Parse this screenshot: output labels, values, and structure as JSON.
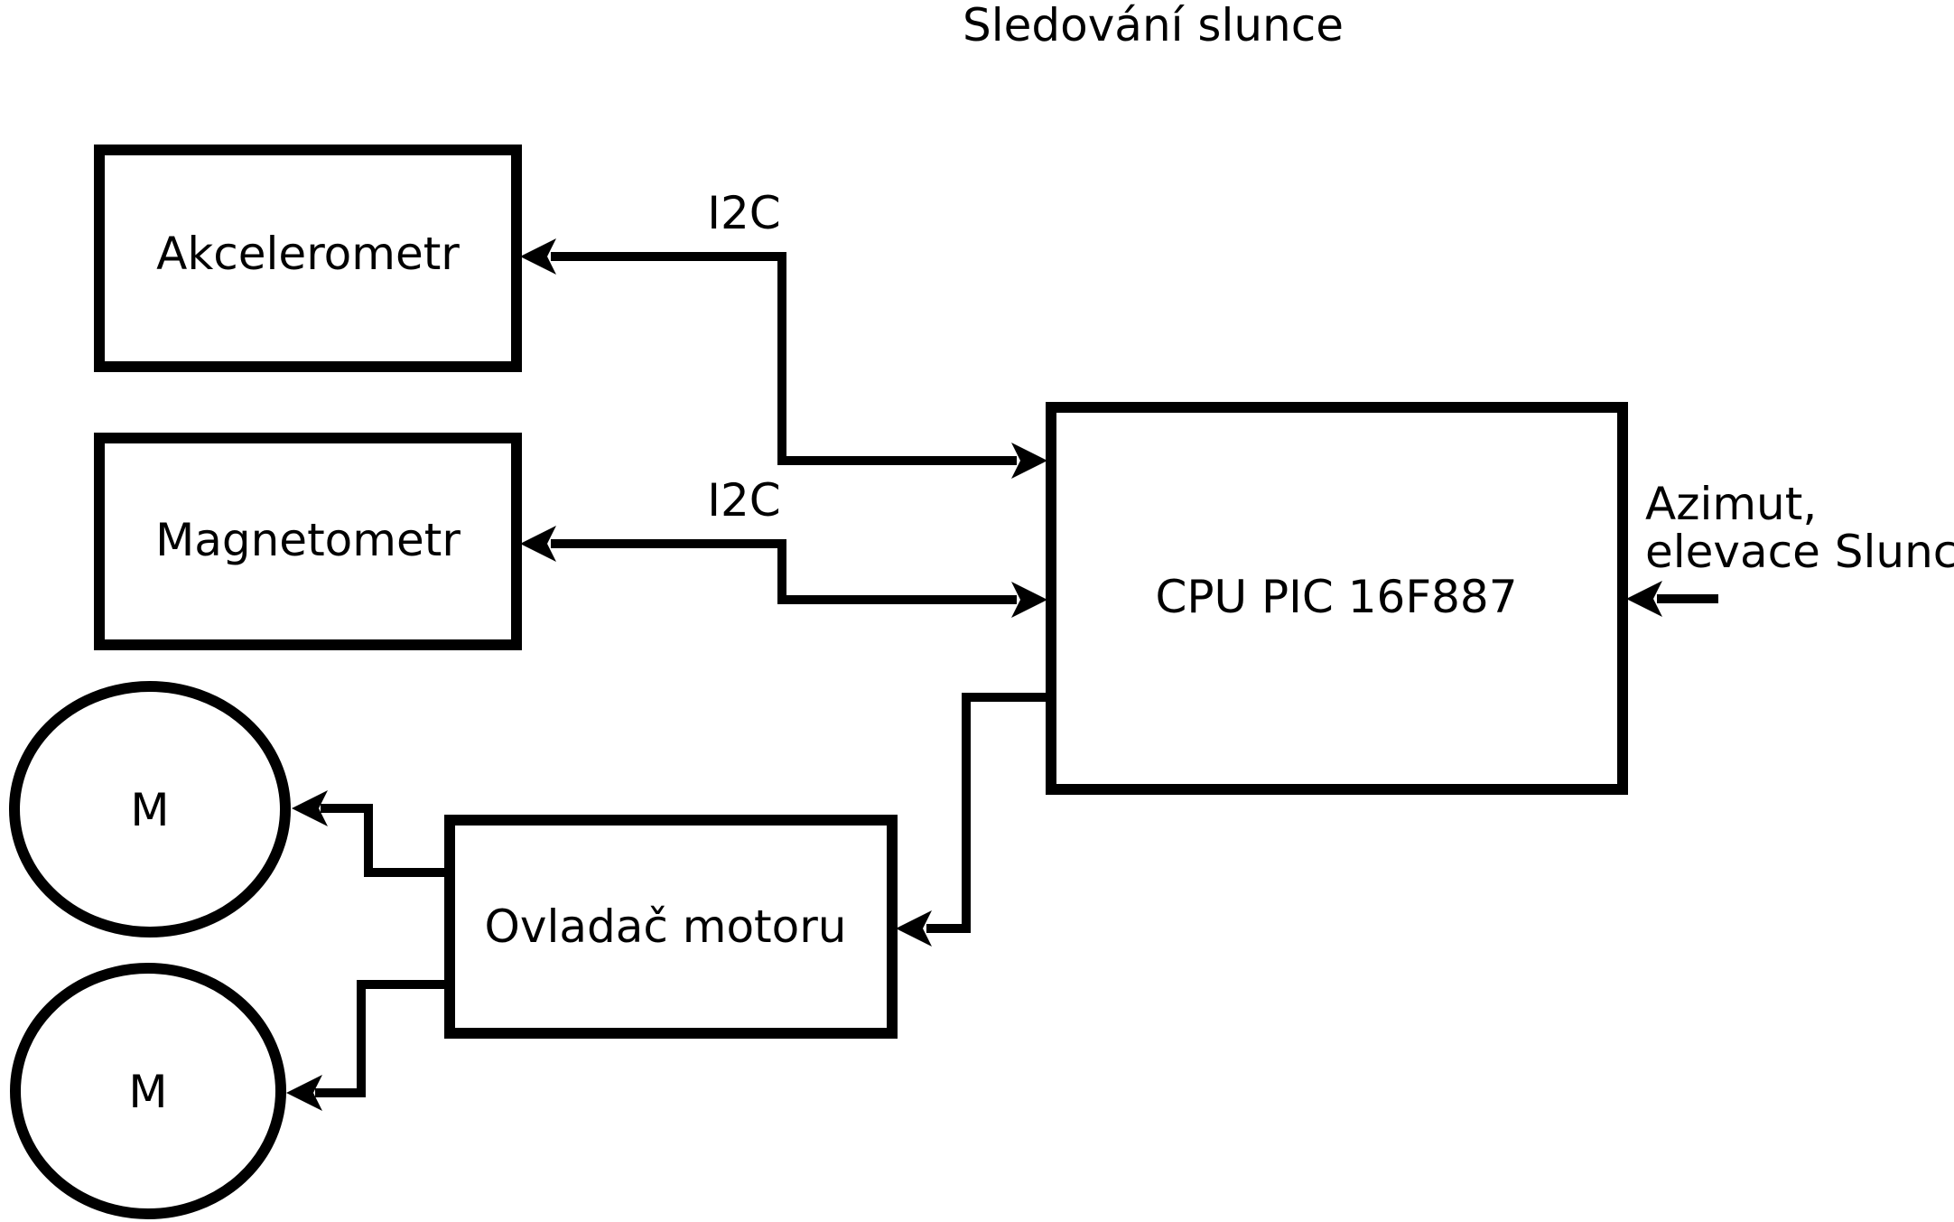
{
  "title": "Sledování slunce",
  "colors": {
    "stroke": "#000000",
    "text": "#000000",
    "background": "#ffffff"
  },
  "nodes": {
    "akcelerometr": {
      "label": "Akcelerometr",
      "shape": "rect"
    },
    "magnetometr": {
      "label": "Magnetometr",
      "shape": "rect"
    },
    "cpu": {
      "label": "CPU PIC 16F887",
      "shape": "rect"
    },
    "ovladac_motoru": {
      "label": "Ovladač motoru",
      "shape": "rect"
    },
    "motor_1": {
      "label": "M",
      "shape": "ellipse"
    },
    "motor_2": {
      "label": "M",
      "shape": "ellipse"
    }
  },
  "edges": {
    "i2c_akcelerometr": {
      "label": "I2C",
      "from": "cpu",
      "to": "akcelerometr"
    },
    "i2c_magnetometr": {
      "label": "I2C",
      "from": "cpu",
      "to": "magnetometr"
    },
    "cpu_to_ovladac": {
      "from": "cpu",
      "to": "ovladac_motoru"
    },
    "ovladac_to_motor_1": {
      "from": "ovladac_motoru",
      "to": "motor_1"
    },
    "ovladac_to_motor_2": {
      "from": "ovladac_motoru",
      "to": "motor_2"
    },
    "azimut_input": {
      "to": "cpu"
    }
  },
  "annotations": {
    "azimut_line1": "Azimut,",
    "azimut_line2": "elevace Slunce"
  }
}
